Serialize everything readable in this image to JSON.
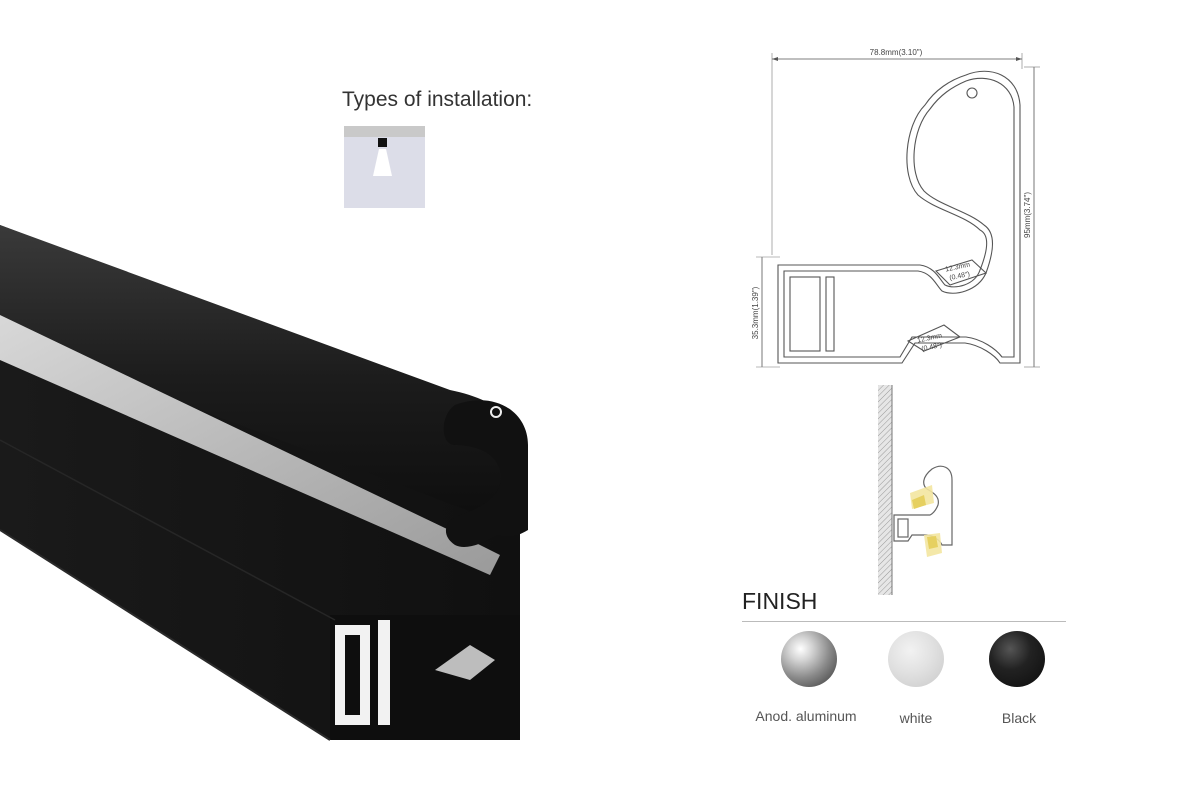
{
  "installation": {
    "heading": "Types of installation:"
  },
  "dimensions": {
    "width": "78.8mm(3.10\")",
    "height": "95mm(3.74\")",
    "base_height": "35.3mm(1.39\")",
    "slot_upper_mm": "12.3mm",
    "slot_upper_in": "(0.48\")",
    "slot_lower_mm": "12.3mm",
    "slot_lower_in": "(0.48\")"
  },
  "finish": {
    "title": "FINISH",
    "options": [
      {
        "label": "Anod. aluminum",
        "color": "#9a9a9a"
      },
      {
        "label": "white",
        "color": "#e0e0e0"
      },
      {
        "label": "Black",
        "color": "#111111"
      }
    ]
  }
}
